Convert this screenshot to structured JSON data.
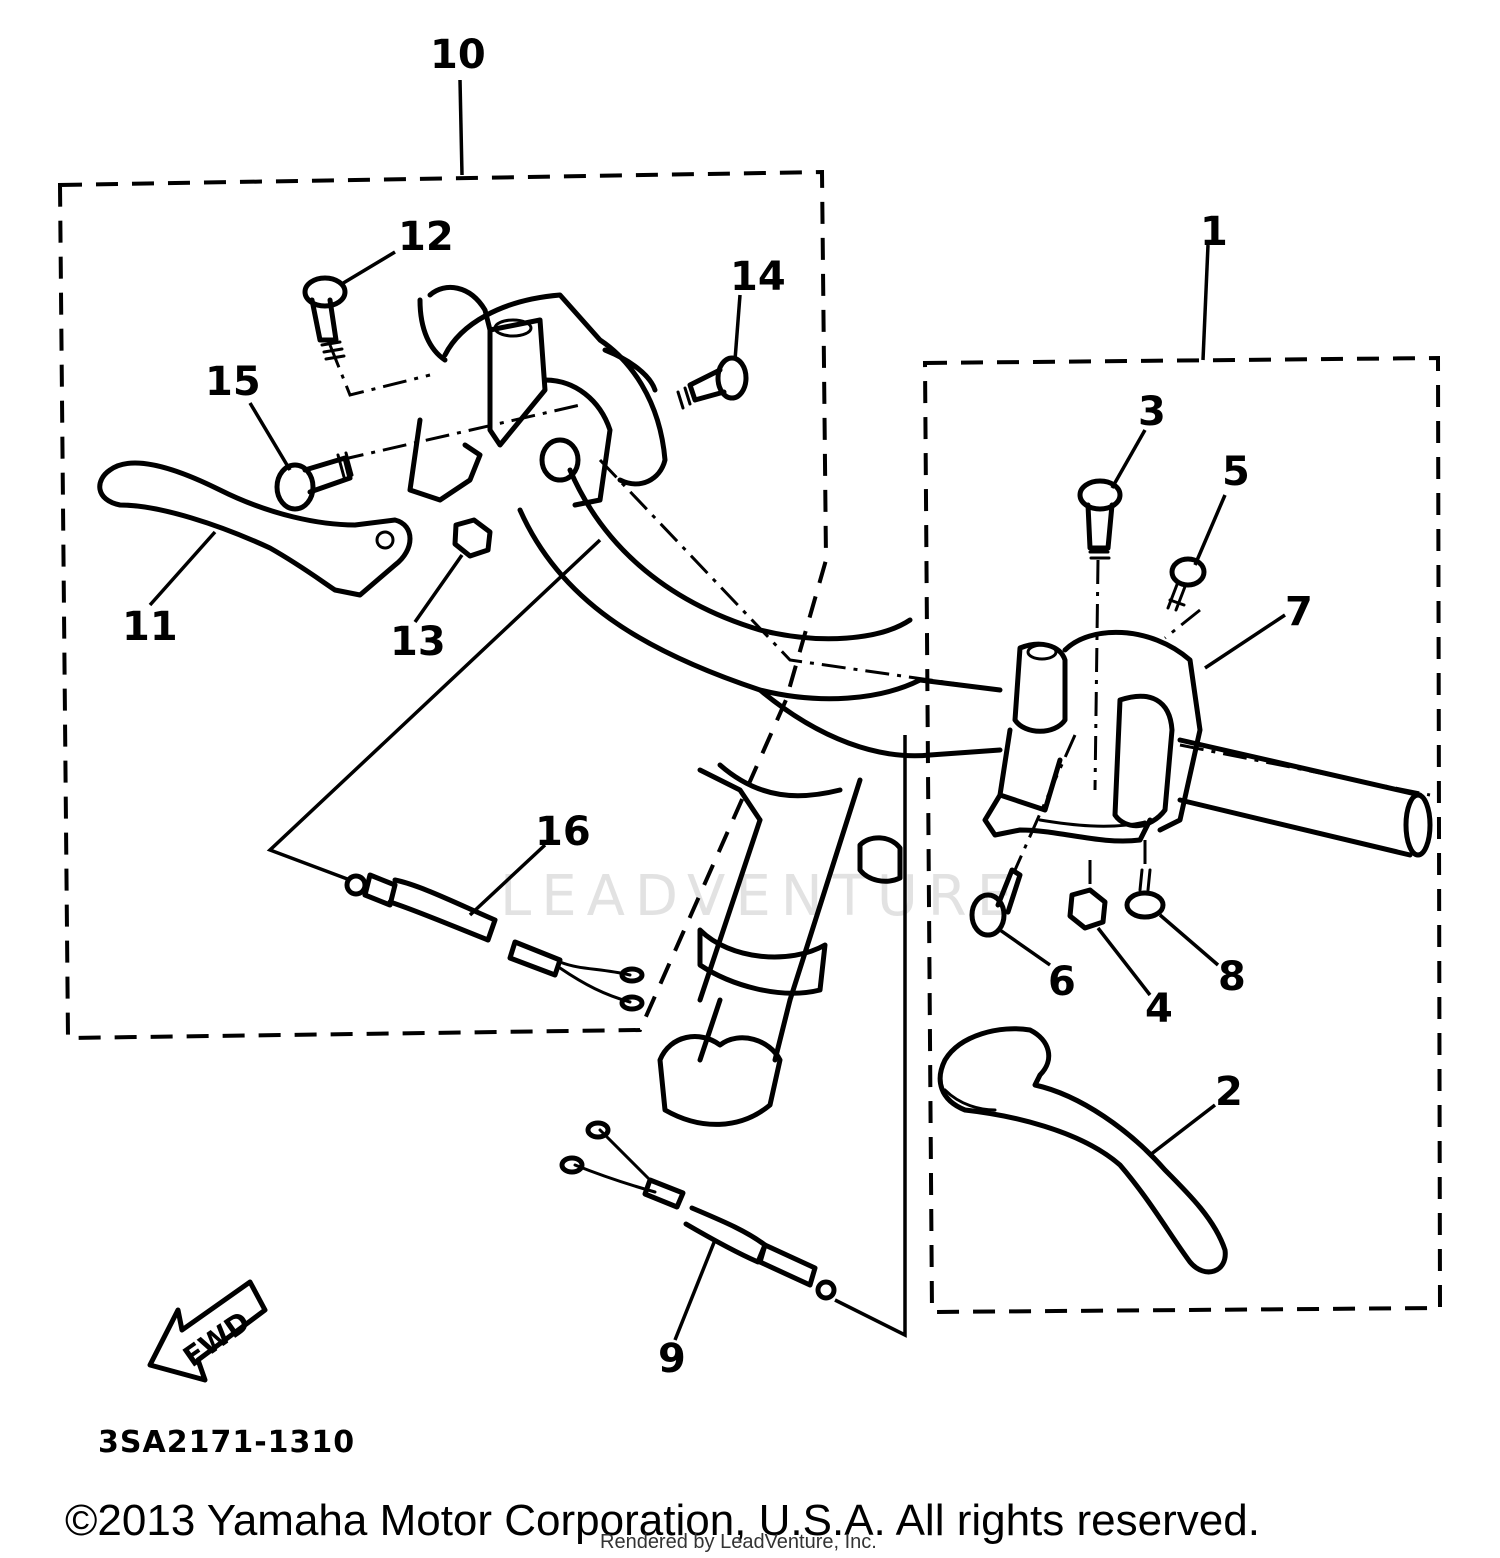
{
  "diagram": {
    "callouts": [
      {
        "id": "1",
        "label": "1"
      },
      {
        "id": "2",
        "label": "2"
      },
      {
        "id": "3",
        "label": "3"
      },
      {
        "id": "4",
        "label": "4"
      },
      {
        "id": "5",
        "label": "5"
      },
      {
        "id": "6",
        "label": "6"
      },
      {
        "id": "7",
        "label": "7"
      },
      {
        "id": "8",
        "label": "8"
      },
      {
        "id": "9",
        "label": "9"
      },
      {
        "id": "10",
        "label": "10"
      },
      {
        "id": "11",
        "label": "11"
      },
      {
        "id": "12",
        "label": "12"
      },
      {
        "id": "13",
        "label": "13"
      },
      {
        "id": "14",
        "label": "14"
      },
      {
        "id": "15",
        "label": "15"
      },
      {
        "id": "16",
        "label": "16"
      }
    ],
    "direction_label": "FWD",
    "figure_code": "3SA2171-1310",
    "watermark": "LEADVENTURE"
  },
  "footer": {
    "copyright": "©2013 Yamaha Motor Corporation, U.S.A. All rights reserved.",
    "rendered_by": "Rendered by LeadVenture, Inc."
  }
}
